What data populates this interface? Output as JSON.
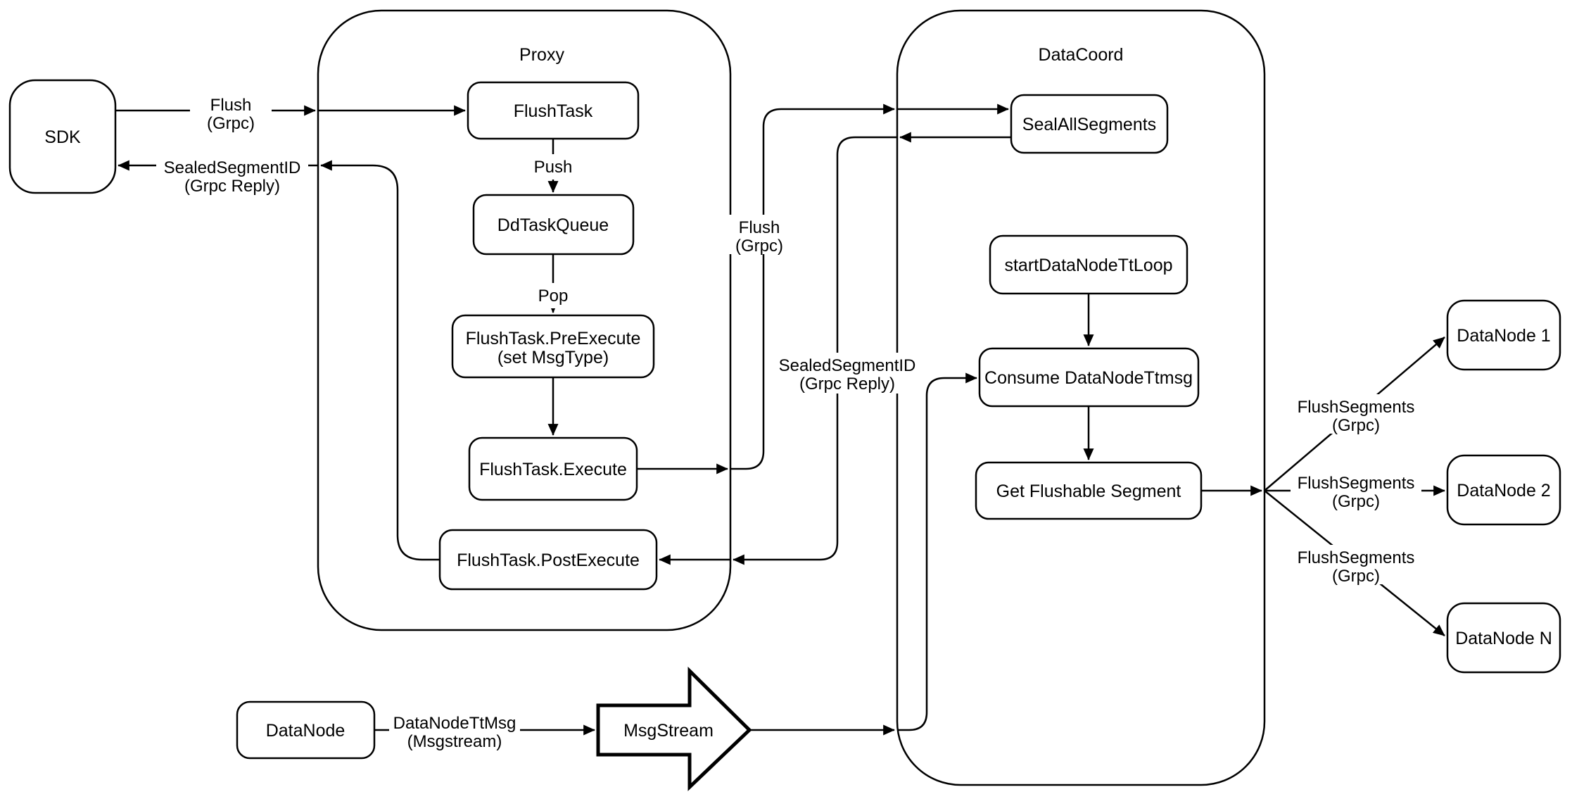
{
  "diagram": {
    "background": "#ffffff",
    "stroke_color": "#000000",
    "containers": {
      "proxy": {
        "title": "Proxy"
      },
      "datacoord": {
        "title": "DataCoord"
      }
    },
    "nodes": {
      "sdk": {
        "label": "SDK"
      },
      "flush_task": {
        "label": "FlushTask"
      },
      "dd_task_queue": {
        "label": "DdTaskQueue"
      },
      "pre_execute": {
        "label_line1": "FlushTask.PreExecute",
        "label_line2": "(set MsgType)"
      },
      "execute": {
        "label": "FlushTask.Execute"
      },
      "post_execute": {
        "label": "FlushTask.PostExecute"
      },
      "seal_all_segments": {
        "label": "SealAllSegments"
      },
      "start_datanode_tt_loop": {
        "label": "startDataNodeTtLoop"
      },
      "consume_datanode_ttmsg": {
        "label": "Consume DataNodeTtmsg"
      },
      "get_flushable_segment": {
        "label": "Get Flushable Segment"
      },
      "datanode1": {
        "label": "DataNode 1"
      },
      "datanode2": {
        "label": "DataNode 2"
      },
      "datanodeN": {
        "label": "DataNode N"
      },
      "datanode": {
        "label": "DataNode"
      },
      "msgstream": {
        "label": "MsgStream"
      }
    },
    "edge_labels": {
      "flush_sdk_proxy": {
        "line1": "Flush",
        "line2": "(Grpc)"
      },
      "sealed_segment_reply_sdk": {
        "line1": "SealedSegmentID",
        "line2": "(Grpc Reply)"
      },
      "push": {
        "line1": "Push"
      },
      "pop": {
        "line1": "Pop"
      },
      "flush_proxy_datacoord": {
        "line1": "Flush",
        "line2": "(Grpc)"
      },
      "sealed_segment_reply_datacoord": {
        "line1": "SealedSegmentID",
        "line2": "(Grpc Reply)"
      },
      "flush_segments_1": {
        "line1": "FlushSegments",
        "line2": "(Grpc)"
      },
      "flush_segments_2": {
        "line1": "FlushSegments",
        "line2": "(Grpc)"
      },
      "flush_segments_3": {
        "line1": "FlushSegments",
        "line2": "(Grpc)"
      },
      "datanode_tt_msg": {
        "line1": "DataNodeTtMsg",
        "line2": "(Msgstream)"
      }
    }
  }
}
